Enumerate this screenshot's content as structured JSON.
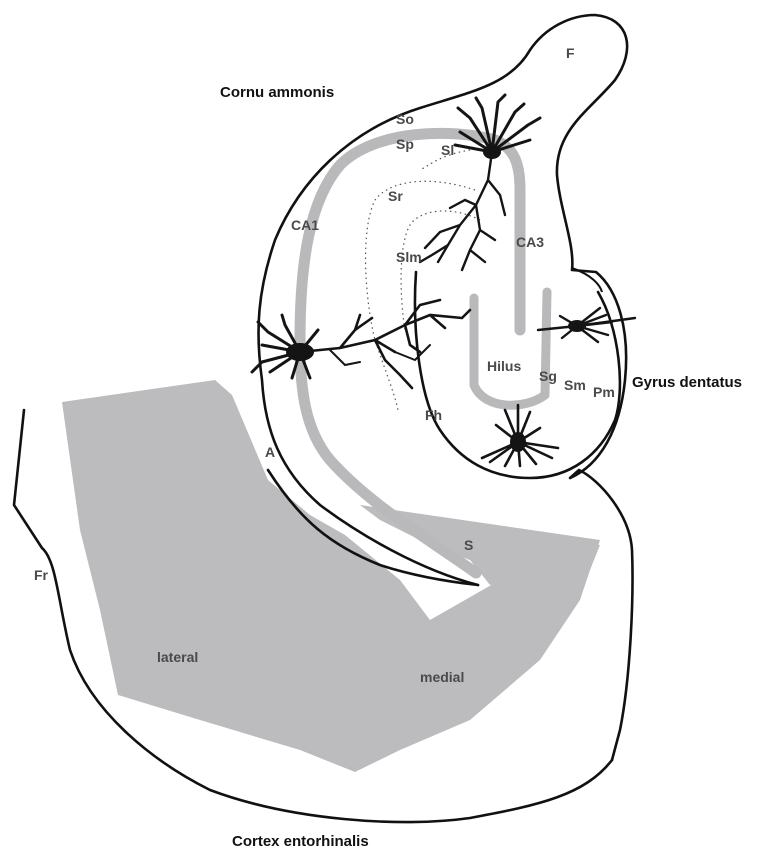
{
  "labels": {
    "cornu_ammonis": "Cornu ammonis",
    "gyrus_dentatus": "Gyrus dentatus",
    "cortex_entorhinalis": "Cortex entorhinalis",
    "f": "F",
    "so": "So",
    "sp": "Sp",
    "sl": "Sl",
    "sr": "Sr",
    "ca1": "CA1",
    "ca3": "CA3",
    "slm": "Slm",
    "hilus": "Hilus",
    "sg": "Sg",
    "sm": "Sm",
    "pm": "Pm",
    "fh": "Fh",
    "a": "A",
    "s": "S",
    "fr": "Fr",
    "lateral": "lateral",
    "medial": "medial"
  },
  "colors": {
    "outline": "#111111",
    "cell_layer": "#b9b9bb",
    "cortex_region": "#bcbcbe",
    "neuron": "#141414"
  }
}
